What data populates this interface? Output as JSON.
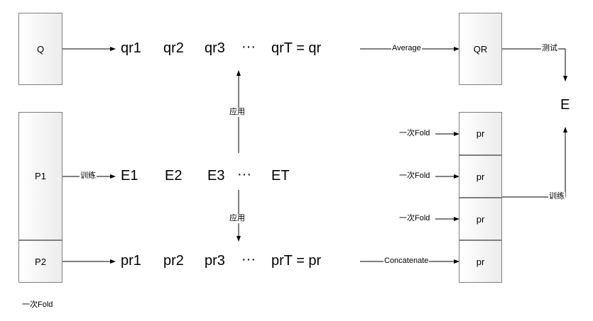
{
  "boxes": {
    "q": "Q",
    "p1": "P1",
    "p2": "P2",
    "qr": "QR",
    "pr": [
      "pr",
      "pr",
      "pr",
      "pr"
    ]
  },
  "sequences": {
    "qr": [
      "qr1",
      "qr2",
      "qr3",
      "···",
      "qrT = qr"
    ],
    "e": [
      "E1",
      "E2",
      "E3",
      "···",
      "ET"
    ],
    "pr": [
      "pr1",
      "pr2",
      "pr3",
      "···",
      "prT = pr"
    ]
  },
  "labels": {
    "train_p1": "训练",
    "apply_up": "应用",
    "apply_down": "应用",
    "average": "Average",
    "concatenate": "Concatenate",
    "test": "测试",
    "train_right": "训练",
    "fold_1": "一次Fold",
    "fold_2": "一次Fold",
    "fold_3": "一次Fold",
    "fold_caption": "一次Fold"
  },
  "target": "E"
}
